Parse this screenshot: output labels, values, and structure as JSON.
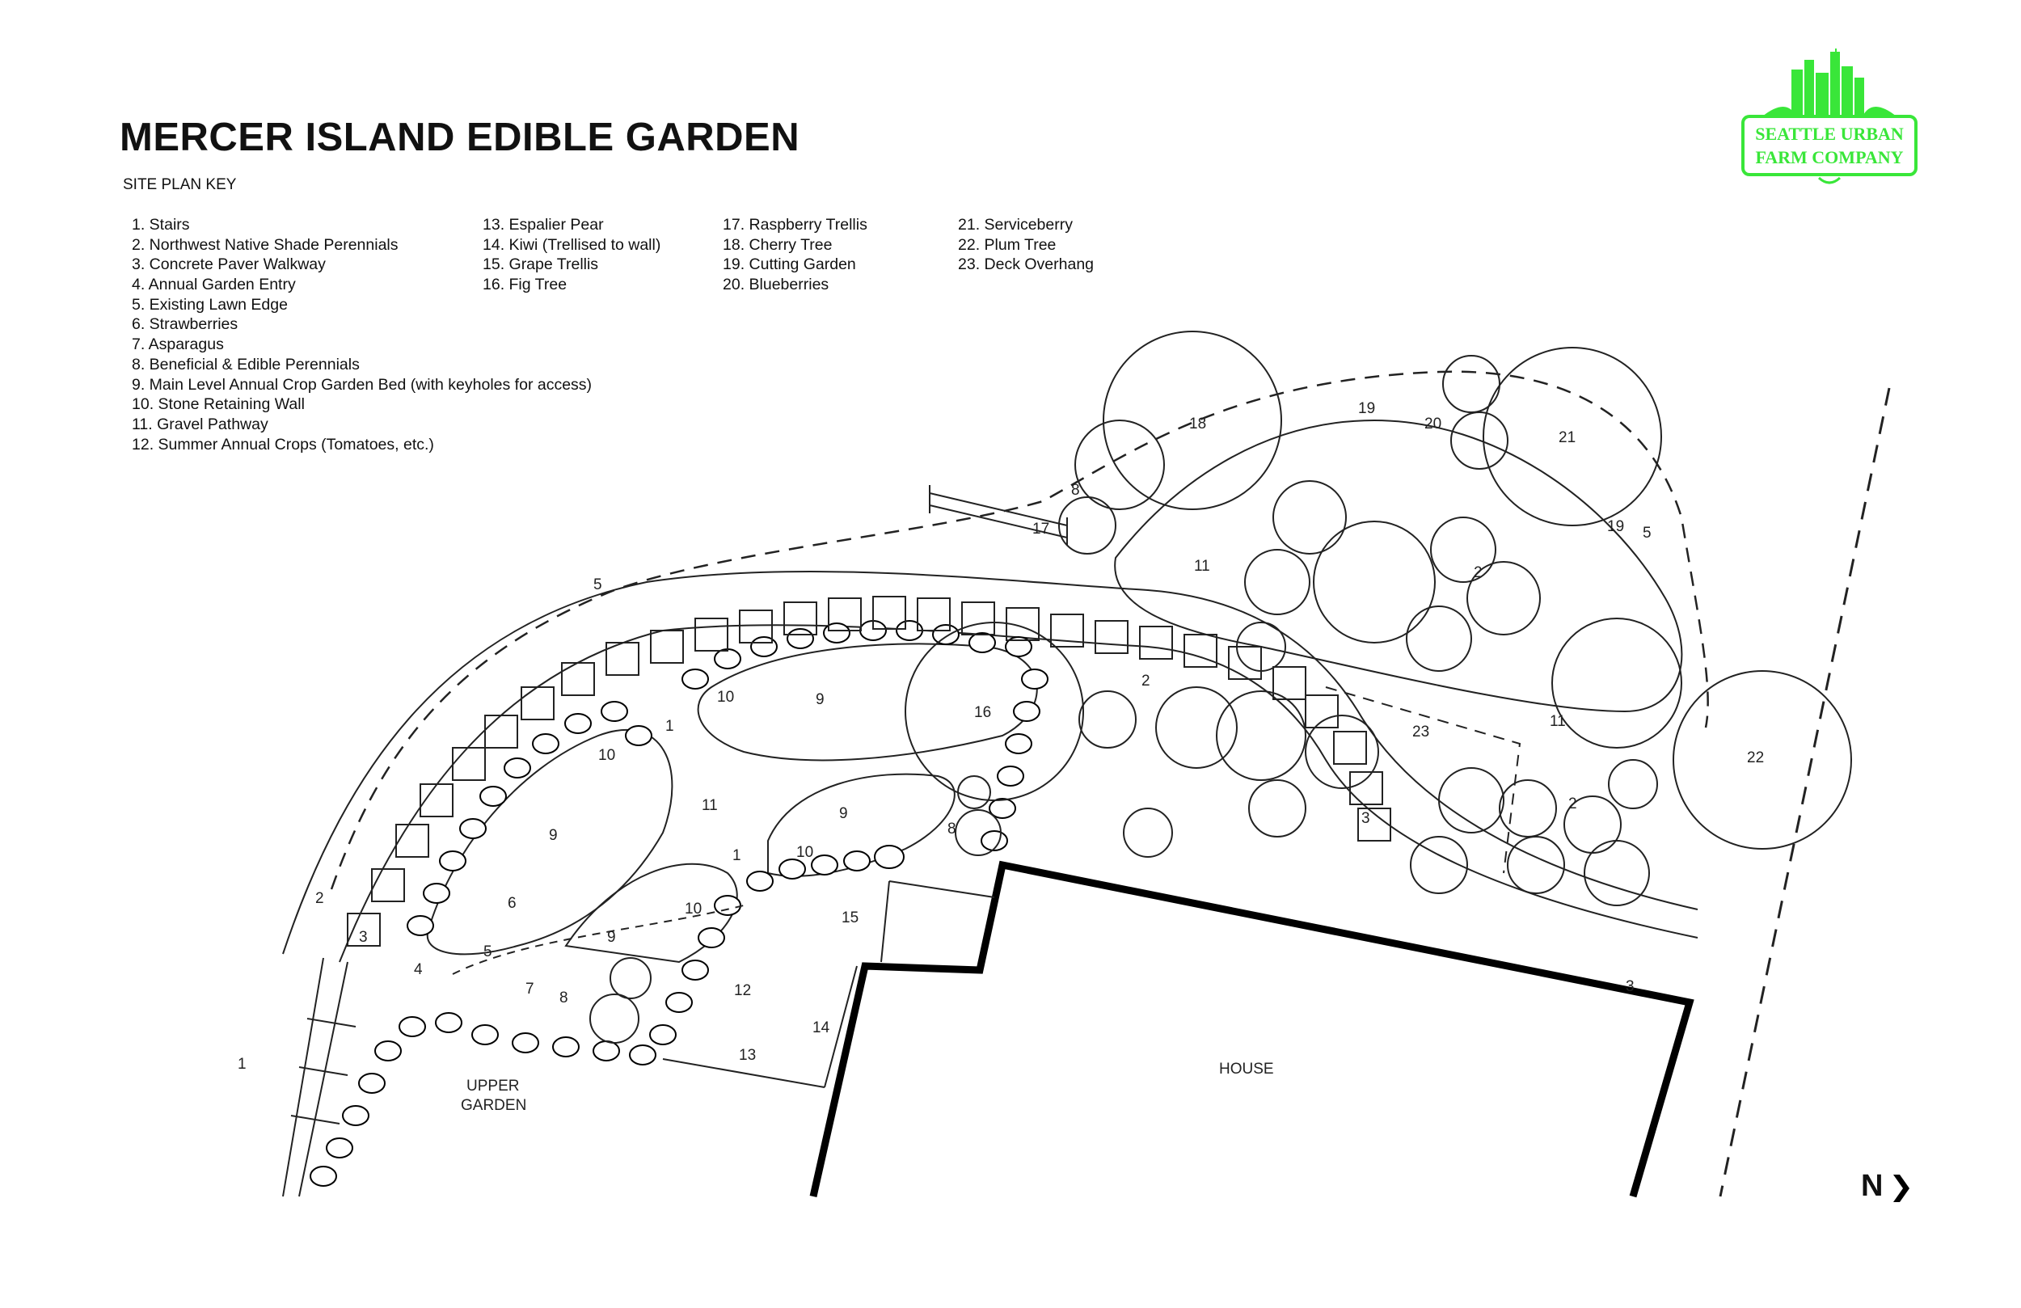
{
  "title": "MERCER ISLAND EDIBLE GARDEN",
  "key_heading": "SITE PLAN KEY",
  "key": [
    [
      "1. Stairs",
      "2. Northwest Native Shade Perennials",
      "3. Concrete Paver Walkway",
      "4. Annual Garden Entry",
      "5. Existing Lawn Edge",
      "6. Strawberries",
      "7. Asparagus",
      "8. Beneficial & Edible Perennials",
      "9. Main Level Annual Crop Garden Bed (with keyholes for access)",
      "10. Stone Retaining Wall",
      "11. Gravel Pathway",
      "12. Summer Annual Crops (Tomatoes, etc.)"
    ],
    [
      "13. Espalier Pear",
      "14. Kiwi (Trellised to wall)",
      "15. Grape Trellis",
      "16. Fig Tree"
    ],
    [
      "17. Raspberry Trellis",
      "18. Cherry Tree",
      "19. Cutting Garden",
      "20. Blueberries"
    ],
    [
      "21. Serviceberry",
      "22. Plum Tree",
      "23. Deck Overhang"
    ]
  ],
  "logo": {
    "line1": "SEATTLE URBAN",
    "line2": "FARM COMPANY",
    "color": "#39e639"
  },
  "labels": {
    "house": "HOUSE",
    "upper_garden_1": "UPPER",
    "upper_garden_2": "GARDEN",
    "north": "N"
  },
  "plan_numbers": [
    "1",
    "1",
    "1",
    "2",
    "2",
    "2",
    "2",
    "3",
    "3",
    "3",
    "4",
    "5",
    "5",
    "5",
    "6",
    "7",
    "8",
    "8",
    "8",
    "9",
    "9",
    "9",
    "9",
    "10",
    "10",
    "10",
    "10",
    "11",
    "11",
    "11",
    "12",
    "13",
    "14",
    "15",
    "16",
    "17",
    "18",
    "19",
    "19",
    "20",
    "21",
    "22",
    "23"
  ],
  "colors": {
    "ink": "#111111",
    "background": "#ffffff"
  }
}
